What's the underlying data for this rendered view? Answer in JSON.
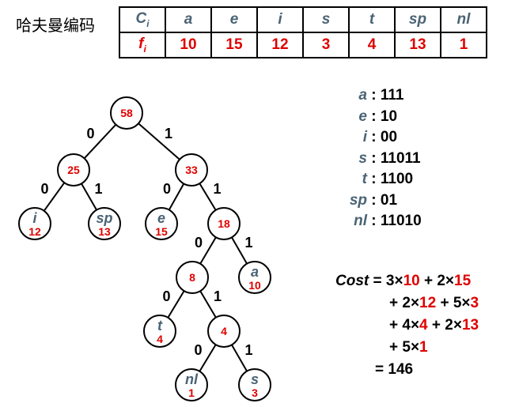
{
  "title": "哈夫曼编码",
  "table": {
    "row1_head": "C",
    "row1_head_sub": "i",
    "row2_head": "f",
    "row2_head_sub": "i",
    "symbols": [
      "a",
      "e",
      "i",
      "s",
      "t",
      "sp",
      "nl"
    ],
    "freqs": [
      "10",
      "15",
      "12",
      "3",
      "4",
      "13",
      "1"
    ]
  },
  "tree": {
    "nodes": [
      {
        "id": "n58",
        "value": "58"
      },
      {
        "id": "n25",
        "value": "25"
      },
      {
        "id": "n33",
        "value": "33"
      },
      {
        "id": "ni",
        "label": "i",
        "value": "12"
      },
      {
        "id": "nsp",
        "label": "sp",
        "value": "13"
      },
      {
        "id": "ne",
        "label": "e",
        "value": "15"
      },
      {
        "id": "n18",
        "value": "18"
      },
      {
        "id": "n8",
        "value": "8"
      },
      {
        "id": "na",
        "label": "a",
        "value": "10"
      },
      {
        "id": "nt",
        "label": "t",
        "value": "4"
      },
      {
        "id": "n4",
        "value": "4"
      },
      {
        "id": "nnl",
        "label": "nl",
        "value": "1"
      },
      {
        "id": "ns",
        "label": "s",
        "value": "3"
      }
    ],
    "edges": [
      {
        "from": "n58",
        "to": "n25",
        "bit": "0"
      },
      {
        "from": "n58",
        "to": "n33",
        "bit": "1"
      },
      {
        "from": "n25",
        "to": "ni",
        "bit": "0"
      },
      {
        "from": "n25",
        "to": "nsp",
        "bit": "1"
      },
      {
        "from": "n33",
        "to": "ne",
        "bit": "0"
      },
      {
        "from": "n33",
        "to": "n18",
        "bit": "1"
      },
      {
        "from": "n18",
        "to": "n8",
        "bit": "0"
      },
      {
        "from": "n18",
        "to": "na",
        "bit": "1"
      },
      {
        "from": "n8",
        "to": "nt",
        "bit": "0"
      },
      {
        "from": "n8",
        "to": "n4",
        "bit": "1"
      },
      {
        "from": "n4",
        "to": "nnl",
        "bit": "0"
      },
      {
        "from": "n4",
        "to": "ns",
        "bit": "1"
      }
    ]
  },
  "codes": [
    {
      "sym": "a",
      "code": "111"
    },
    {
      "sym": "e",
      "code": "10"
    },
    {
      "sym": "i",
      "code": "00"
    },
    {
      "sym": "s",
      "code": "11011"
    },
    {
      "sym": "t",
      "code": "1100"
    },
    {
      "sym": "sp",
      "code": "01"
    },
    {
      "sym": "nl",
      "code": "11010"
    }
  ],
  "cost": {
    "label": "Cost",
    "lines": [
      [
        {
          "t": "3×",
          "c": "black"
        },
        {
          "t": "10",
          "c": "red"
        },
        {
          "t": " + 2×",
          "c": "black"
        },
        {
          "t": "15",
          "c": "red"
        }
      ],
      [
        {
          "t": "+ 2×",
          "c": "black"
        },
        {
          "t": "12",
          "c": "red"
        },
        {
          "t": " + 5×",
          "c": "black"
        },
        {
          "t": "3",
          "c": "red"
        }
      ],
      [
        {
          "t": "+ 4×",
          "c": "black"
        },
        {
          "t": "4",
          "c": "red"
        },
        {
          "t": " + 2×",
          "c": "black"
        },
        {
          "t": "13",
          "c": "red"
        }
      ],
      [
        {
          "t": "+ 5×",
          "c": "black"
        },
        {
          "t": "1",
          "c": "red"
        }
      ],
      [
        {
          "t": "= 146",
          "c": "black"
        }
      ]
    ]
  },
  "colors": {
    "symbol": "#4a6374",
    "value": "#e00000",
    "line": "#000000"
  }
}
